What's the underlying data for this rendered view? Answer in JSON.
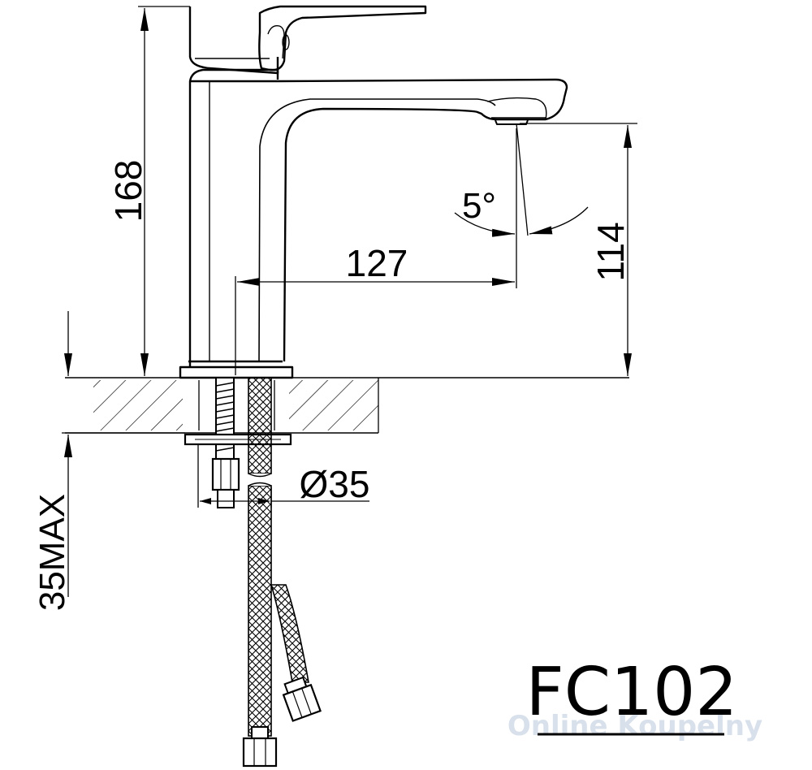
{
  "drawing": {
    "model_code": "FC102",
    "dimensions": {
      "total_height": "168",
      "spout_reach": "127",
      "spout_height": "114",
      "outlet_angle": "5°",
      "hole_diameter": "Ø35",
      "max_deck_thickness": "35MAX"
    },
    "watermark": "Online Koupelny"
  },
  "colors": {
    "line": "#000000",
    "watermark": "#b9c8dc",
    "background": "#ffffff"
  }
}
